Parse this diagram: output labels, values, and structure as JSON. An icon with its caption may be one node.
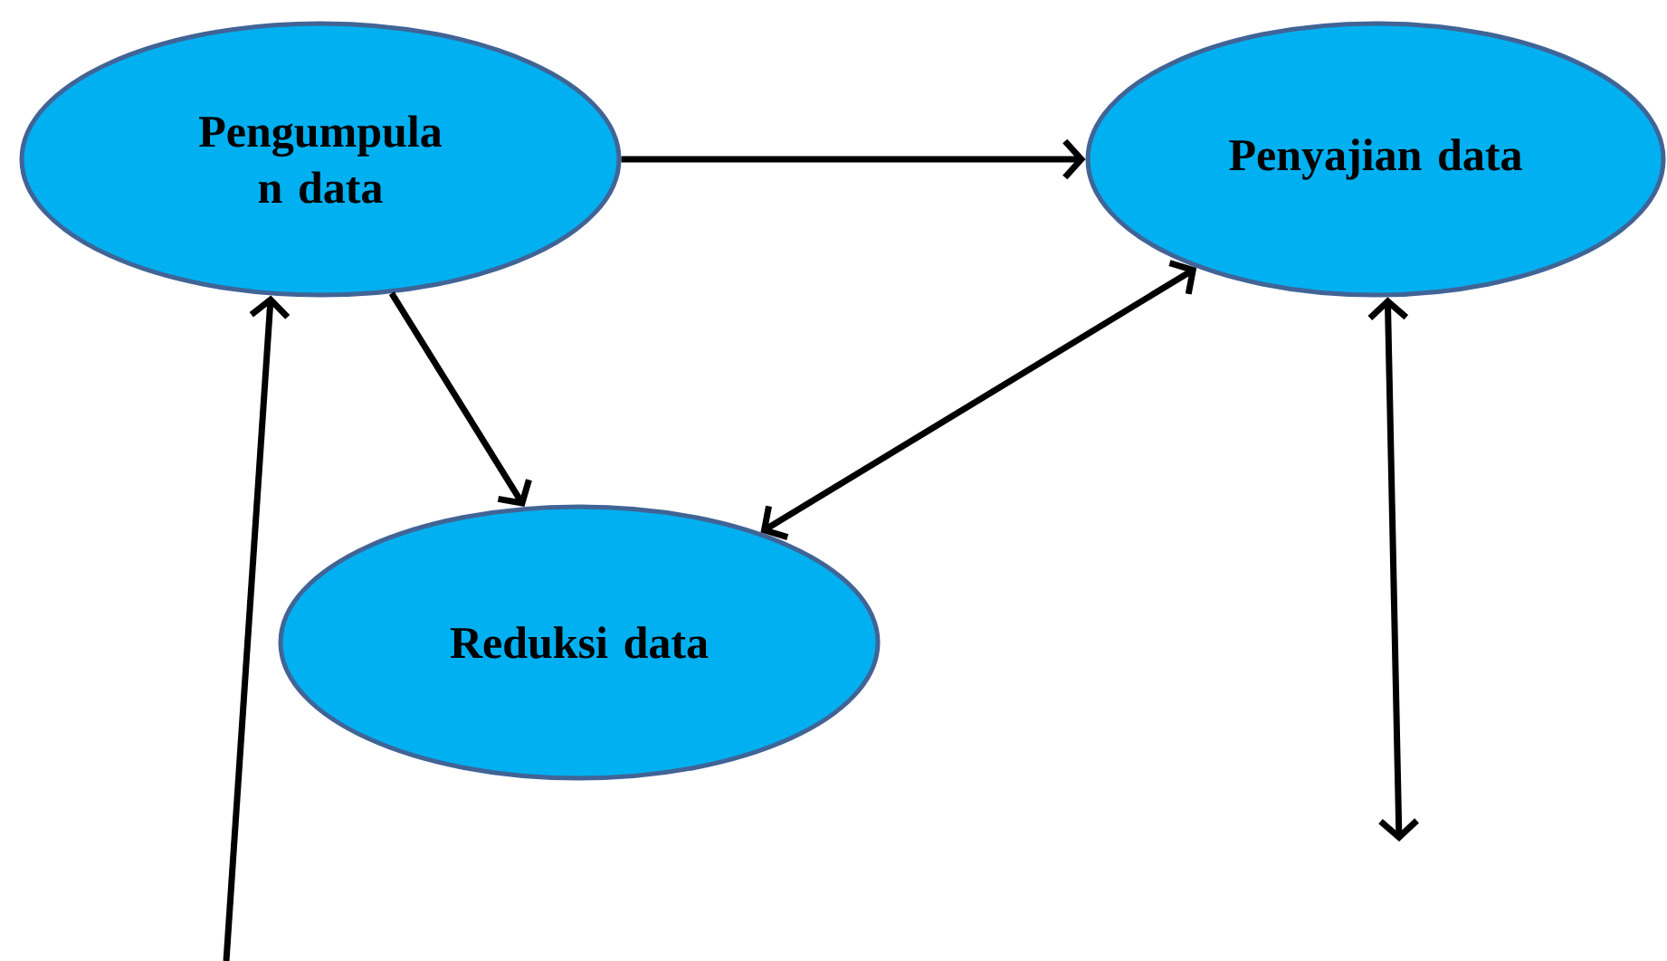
{
  "diagram": {
    "nodes": [
      {
        "text": [
          "Pengumpula n data"
        ]
      },
      {
        "text": [
          "Penyajian data"
        ]
      },
      {
        "text": [
          "Reduksi  data"
        ]
      }
    ],
    "edges": [
      {
        "from": 0,
        "to": 1,
        "arrow": "to"
      },
      {
        "from": 0,
        "to": 2,
        "arrow": "to"
      },
      {
        "from": 2,
        "to": 1,
        "arrow": "both"
      },
      {
        "from": null,
        "to": 0,
        "arrow": "to"
      },
      {
        "from": 1,
        "to": null,
        "arrow": "both"
      }
    ]
  }
}
